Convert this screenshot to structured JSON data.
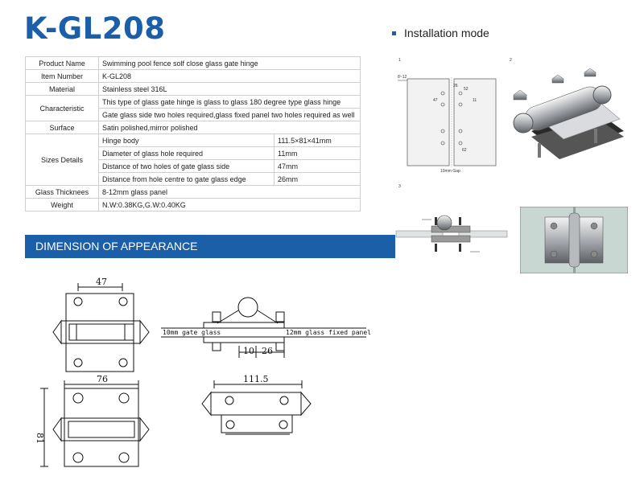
{
  "title": "K-GL208",
  "install": {
    "heading": "Installation mode",
    "fig1": "1",
    "fig2": "2",
    "fig3": "3"
  },
  "specs": [
    {
      "label": "Product Name",
      "value": "Swimming pool fence solf close glass gate hinge"
    },
    {
      "label": "Item Number",
      "value": "K-GL208"
    },
    {
      "label": "Material",
      "value": "Stainless steel 316L"
    },
    {
      "label": "Characteristic",
      "lines": [
        "This  type of glass gate hinge is glass to glass 180 degree type glass hinge",
        "Gate glass side two holes required,glass fixed panel two holes required as well"
      ]
    },
    {
      "label": "Surface",
      "value": "Satin polished,mirror polished"
    },
    {
      "label": "Sizes Details",
      "rows": [
        {
          "name": "Hinge body",
          "value": "111.5×81×41mm"
        },
        {
          "name": "Diameter of glass hole required",
          "value": "11mm"
        },
        {
          "name": "Distance of two holes of gate glass side",
          "value": "47mm"
        },
        {
          "name": "Distance from hole centre to gate glass edge",
          "value": "26mm"
        }
      ]
    },
    {
      "label": "Glass Thicknees",
      "value": "8-12mm glass panel"
    },
    {
      "label": "Weight",
      "value": "N.W:0.38KG,G.W:0.40KG"
    }
  ],
  "dimension_banner": "DIMENSION OF APPEARANCE",
  "drawing": {
    "dim_47": "47",
    "dim_76": "76",
    "dim_81": "81",
    "dim_111": "111.5",
    "dim_10": "10",
    "dim_26": "26",
    "gate_glass": "10mm gate glass",
    "fixed_panel": "12mm glass fixed panel"
  },
  "install_fig1": {
    "d1": "8~12",
    "d2": "26",
    "d3": "52",
    "d4": "47",
    "d5": "62",
    "d6": "11",
    "gap": "10mm Gap"
  },
  "colors": {
    "brand": "#1a5fa8"
  }
}
